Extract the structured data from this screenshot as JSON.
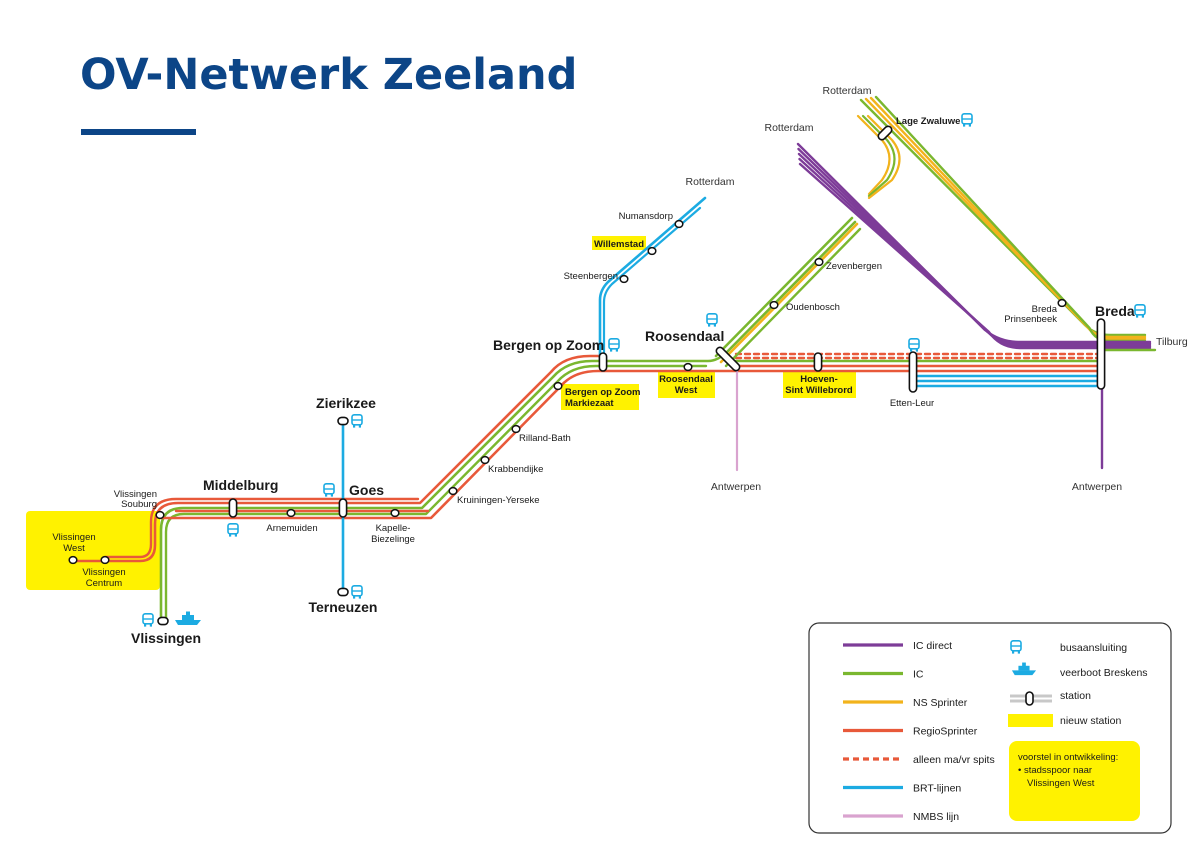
{
  "title": "OV-Netwerk Zeeland",
  "colors": {
    "ic_direct": "#7d3c98",
    "ic": "#7ab72f",
    "ns_sprinter": "#f2b31c",
    "regiosprinter": "#e8593a",
    "brt": "#1cabe2",
    "nmbs": "#d9a3cf",
    "new_station": "#fff200",
    "title": "#0c4587"
  },
  "destinations": {
    "rotterdam_brt": "Rotterdam",
    "rotterdam_ic_direct": "Rotterdam",
    "rotterdam_lage_zwaluwe": "Rotterdam",
    "tilburg": "Tilburg",
    "antwerpen_roosendaal": "Antwerpen",
    "antwerpen_breda": "Antwerpen"
  },
  "stations": {
    "vlissingen": "Vlissingen",
    "vlissingen_souburg": [
      "Vlissingen",
      "Souburg"
    ],
    "vlissingen_west": [
      "Vlissingen",
      "West"
    ],
    "vlissingen_centrum": [
      "Vlissingen",
      "Centrum"
    ],
    "middelburg": "Middelburg",
    "arnemuiden": "Arnemuiden",
    "goes": "Goes",
    "zierikzee": "Zierikzee",
    "terneuzen": "Terneuzen",
    "kapelle_biezelinge": [
      "Kapelle-",
      "Biezelinge"
    ],
    "kruiningen_yerseke": "Kruiningen-Yerseke",
    "krabbendijke": "Krabbendijke",
    "rilland_bath": "Rilland-Bath",
    "bergen_op_zoom_markiezaat": [
      "Bergen op Zoom",
      "Markiezaat"
    ],
    "bergen_op_zoom": "Bergen op Zoom",
    "steenbergen": "Steenbergen",
    "willemstad": "Willemstad",
    "numansdorp": "Numansdorp",
    "roosendaal": "Roosendaal",
    "roosendaal_west": [
      "Roosendaal",
      "West"
    ],
    "hoeven_sint_willebrord": [
      "Hoeven-",
      "Sint Willebrord"
    ],
    "etten_leur": "Etten-Leur",
    "oudenbosch": "Oudenbosch",
    "zevenbergen": "Zevenbergen",
    "lage_zwaluwe": "Lage Zwaluwe",
    "breda": "Breda",
    "breda_prinsenbeek": [
      "Breda",
      "Prinsenbeek"
    ]
  },
  "legend": {
    "lines": [
      {
        "label": "IC direct",
        "color_key": "ic_direct",
        "style": "solid"
      },
      {
        "label": "IC",
        "color_key": "ic",
        "style": "solid"
      },
      {
        "label": "NS Sprinter",
        "color_key": "ns_sprinter",
        "style": "solid"
      },
      {
        "label": "RegioSprinter",
        "color_key": "regiosprinter",
        "style": "solid"
      },
      {
        "label": "alleen ma/vr spits",
        "color_key": "regiosprinter",
        "style": "dashed"
      },
      {
        "label": "BRT-lijnen",
        "color_key": "brt",
        "style": "solid"
      },
      {
        "label": "NMBS lijn",
        "color_key": "nmbs",
        "style": "solid"
      }
    ],
    "symbols": [
      {
        "label": "busaansluiting",
        "icon": "bus-icon"
      },
      {
        "label": "veerboot Breskens",
        "icon": "ferry-icon"
      },
      {
        "label": "station",
        "icon": "station-icon"
      },
      {
        "label": "nieuw station",
        "icon": "new-station-swatch"
      }
    ],
    "note": {
      "heading": "voorstel in ontwikkeling:",
      "bullet": "• stadsspoor naar",
      "continuation": "Vlissingen West"
    }
  }
}
